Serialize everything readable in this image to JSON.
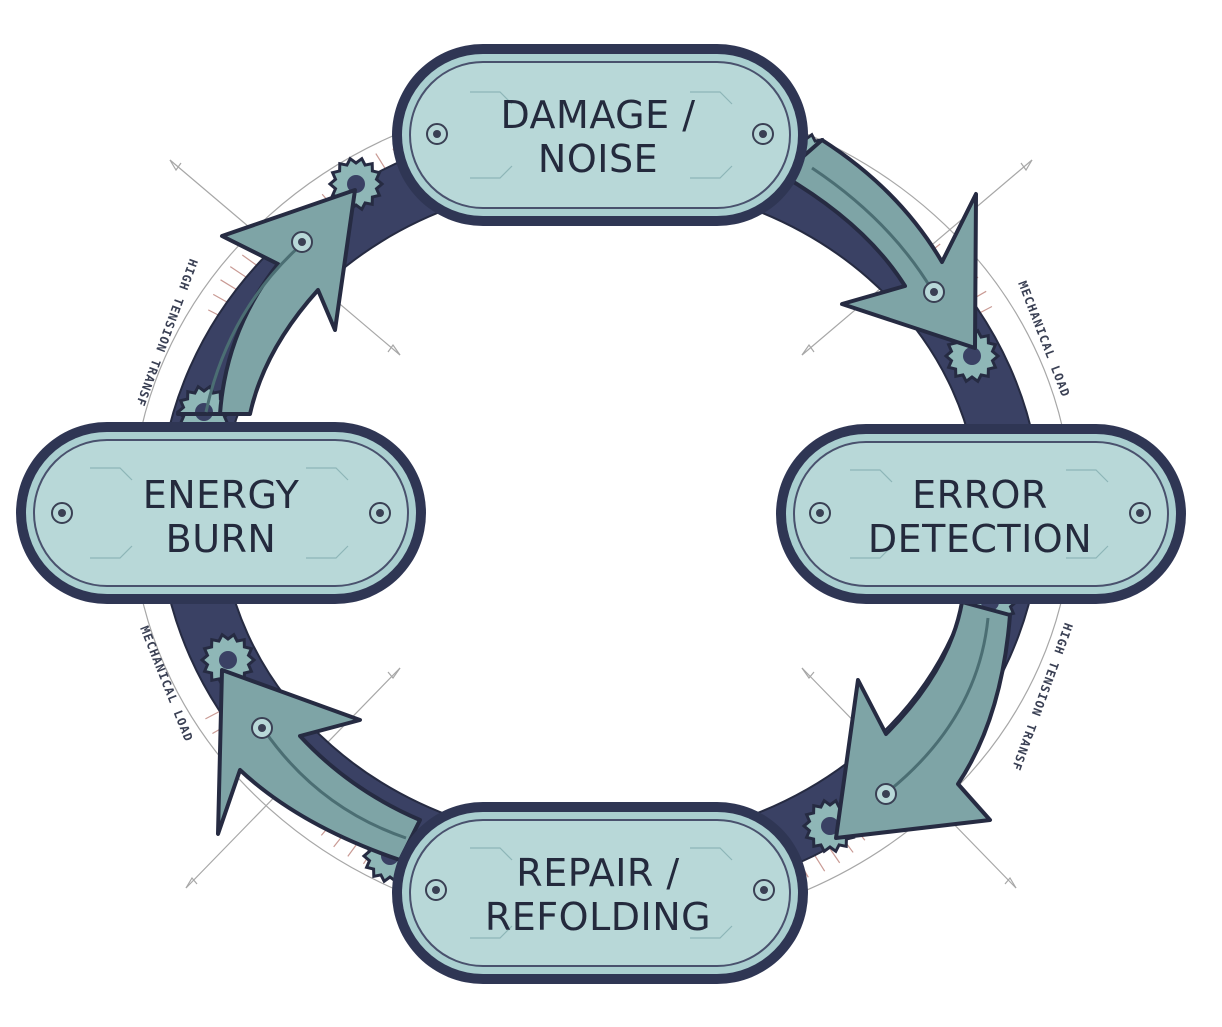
{
  "nodes": {
    "damage_noise": {
      "line1": "DAMAGE /",
      "line2": "NOISE"
    },
    "error_detection": {
      "line1": "ERROR",
      "line2": "DETECTION"
    },
    "repair_refolding": {
      "line1": "REPAIR /",
      "line2": "REFOLDING"
    },
    "energy_burn": {
      "line1": "ENERGY",
      "line2": "BURN"
    }
  },
  "annotations": {
    "top_right": "MECHANICAL LOAD",
    "bottom_right": "HIGH TENSION TRANSFER",
    "bottom_left": "MECHANICAL LOAD",
    "top_left": "HIGH TENSION TRANSFER"
  },
  "colors": {
    "band": "#3a4164",
    "pill": "#b8d8d8",
    "arrow": "#7ea4a6",
    "text": "#242a3d"
  }
}
